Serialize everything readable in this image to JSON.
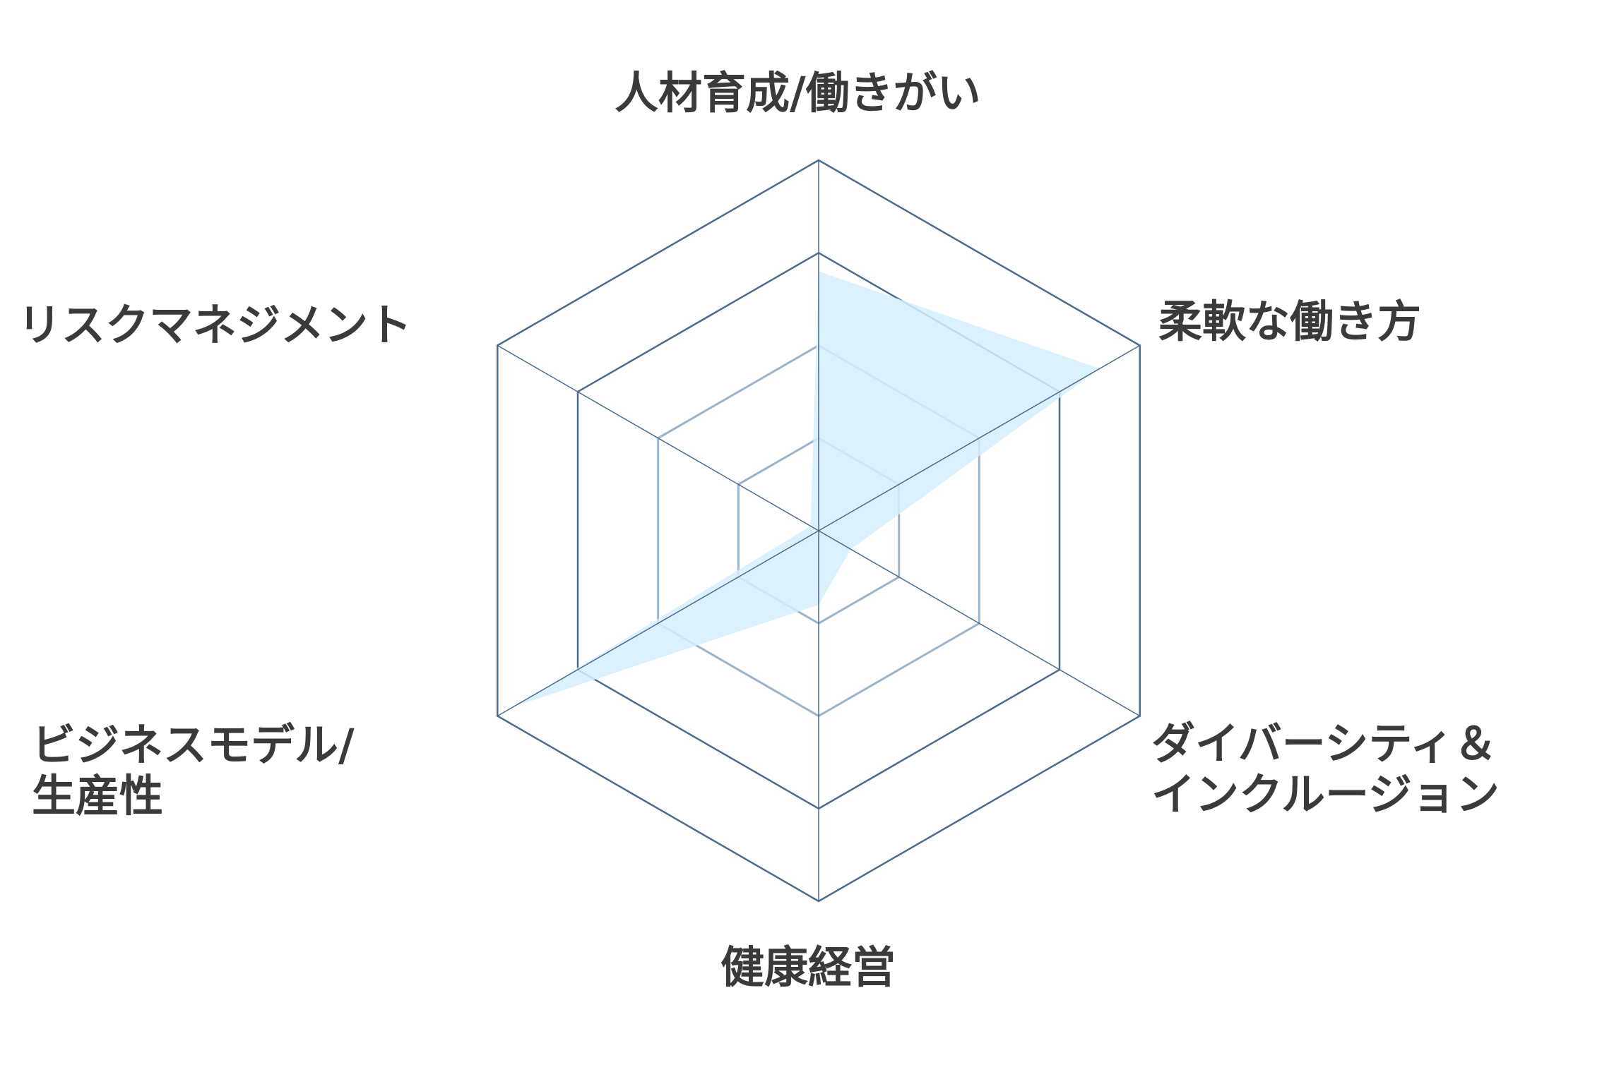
{
  "chart_data": {
    "type": "radar",
    "axes": [
      {
        "label_lines": [
          "人材育成/働きがい"
        ]
      },
      {
        "label_lines": [
          "柔軟な働き方"
        ]
      },
      {
        "label_lines": [
          "ダイバーシティ＆",
          "インクルージョン"
        ]
      },
      {
        "label_lines": [
          "健康経営"
        ]
      },
      {
        "label_lines": [
          "ビジネスモデル/",
          "生産性"
        ]
      },
      {
        "label_lines": [
          "リスクマネジメント"
        ]
      }
    ],
    "rings": 4,
    "values": [
      2.8,
      3.5,
      0.4,
      0.8,
      3.8,
      0.1
    ],
    "max": 4,
    "colors": {
      "grid": "#4b6b8f",
      "inner_grid": "#9ab4cc",
      "fill": "#d5effd",
      "label": "#3a3a3a"
    }
  }
}
